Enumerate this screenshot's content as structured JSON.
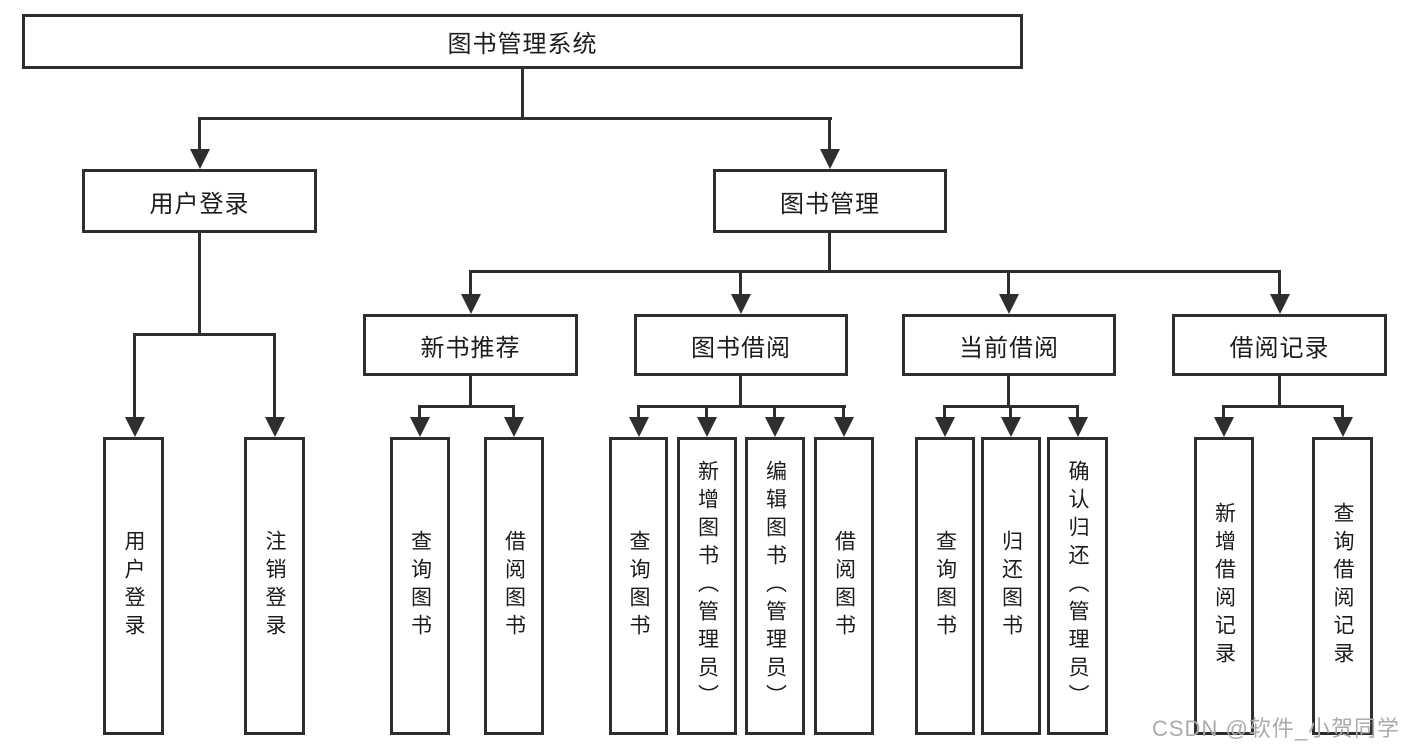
{
  "tree": {
    "root": {
      "label": "图书管理系统",
      "children": [
        {
          "label": "用户登录",
          "children": [
            {
              "label": "用户登录"
            },
            {
              "label": "注销登录"
            }
          ]
        },
        {
          "label": "图书管理",
          "children": [
            {
              "label": "新书推荐",
              "children": [
                {
                  "label": "查询图书"
                },
                {
                  "label": "借阅图书"
                }
              ]
            },
            {
              "label": "图书借阅",
              "children": [
                {
                  "label": "查询图书"
                },
                {
                  "label": "新增图书（管理员）"
                },
                {
                  "label": "编辑图书（管理员）"
                },
                {
                  "label": "借阅图书"
                }
              ]
            },
            {
              "label": "当前借阅",
              "children": [
                {
                  "label": "查询图书"
                },
                {
                  "label": "归还图书"
                },
                {
                  "label": "确认归还（管理员）"
                }
              ]
            },
            {
              "label": "借阅记录",
              "children": [
                {
                  "label": "新增借阅记录"
                },
                {
                  "label": "查询借阅记录"
                }
              ]
            }
          ]
        }
      ]
    }
  },
  "watermark": "CSDN @软件_小贺同学",
  "colors": {
    "line": "#2e2e2e",
    "text": "#1c1c1c",
    "background": "#ffffff",
    "watermark": "#ababab"
  }
}
